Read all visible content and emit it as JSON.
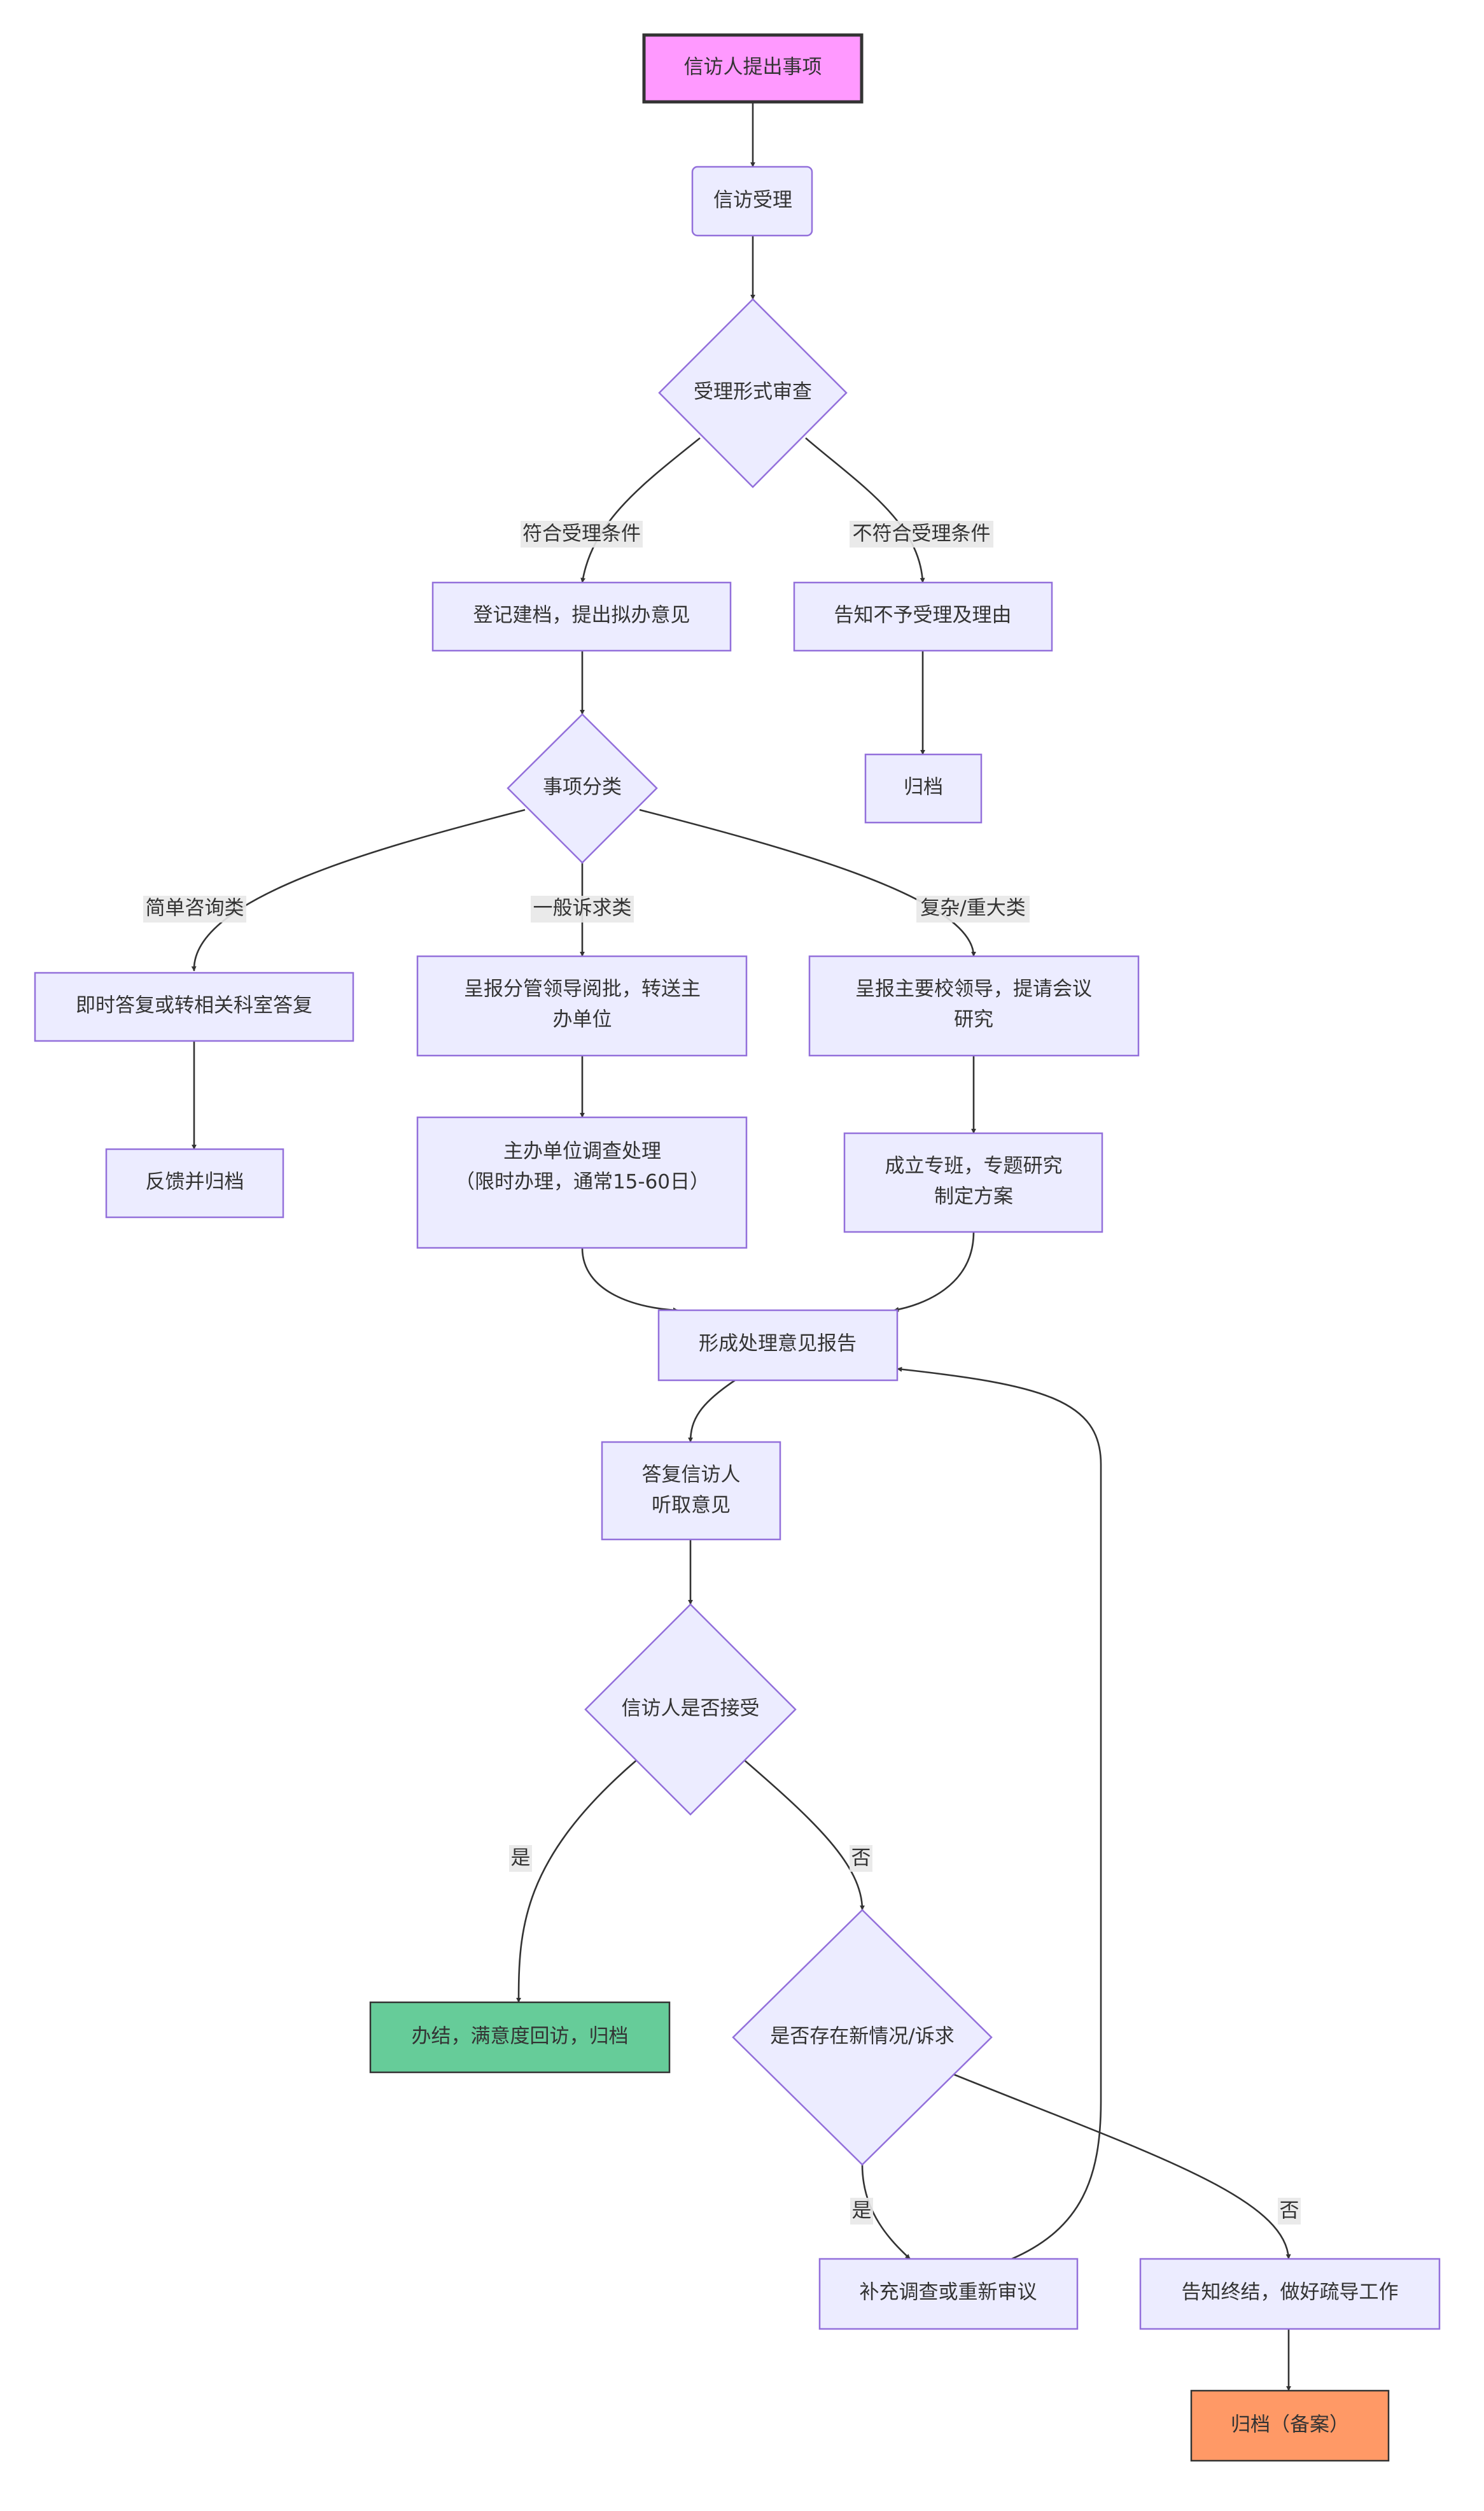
{
  "nodes": {
    "submit": "信访人提出事项",
    "accept": "信访受理",
    "review": "受理形式审查",
    "register": "登记建档，提出拟办意见",
    "reject": "告知不予受理及理由",
    "archive1": "归档",
    "classify": "事项分类",
    "reply_now": "即时答复或转相关科室答复",
    "report_lead_1": "呈报分管领导阅批，转送主",
    "report_lead_2": "办单位",
    "report_major_1": "呈报主要校领导，提请会议",
    "report_major_2": "研究",
    "feedback": "反馈并归档",
    "handle_1": "主办单位调查处理",
    "handle_2": "（限时办理，通常15-60日）",
    "team_1": "成立专班，专题研究",
    "team_2": "制定方案",
    "report": "形成处理意见报告",
    "answer_1": "答复信访人",
    "answer_2": "听取意见",
    "accepted": "信访人是否接受",
    "done": "办结，满意度回访，归档",
    "new_situation": "是否存在新情况/诉求",
    "reinvestigate": "补充调查或重新审议",
    "terminate": "告知终结，做好疏导工作",
    "final_archive": "归档（备案）"
  },
  "edge_labels": {
    "eligible": "符合受理条件",
    "ineligible": "不符合受理条件",
    "simple": "简单咨询类",
    "general": "一般诉求类",
    "complex": "复杂/重大类",
    "yes1": "是",
    "no1": "否",
    "yes2": "是",
    "no2": "否"
  },
  "colors": {
    "node_fill": "#ececff",
    "node_stroke": "#9370db",
    "start_fill": "#ff99ff",
    "done_fill": "#66cc99",
    "end_fill": "#ff9966"
  }
}
